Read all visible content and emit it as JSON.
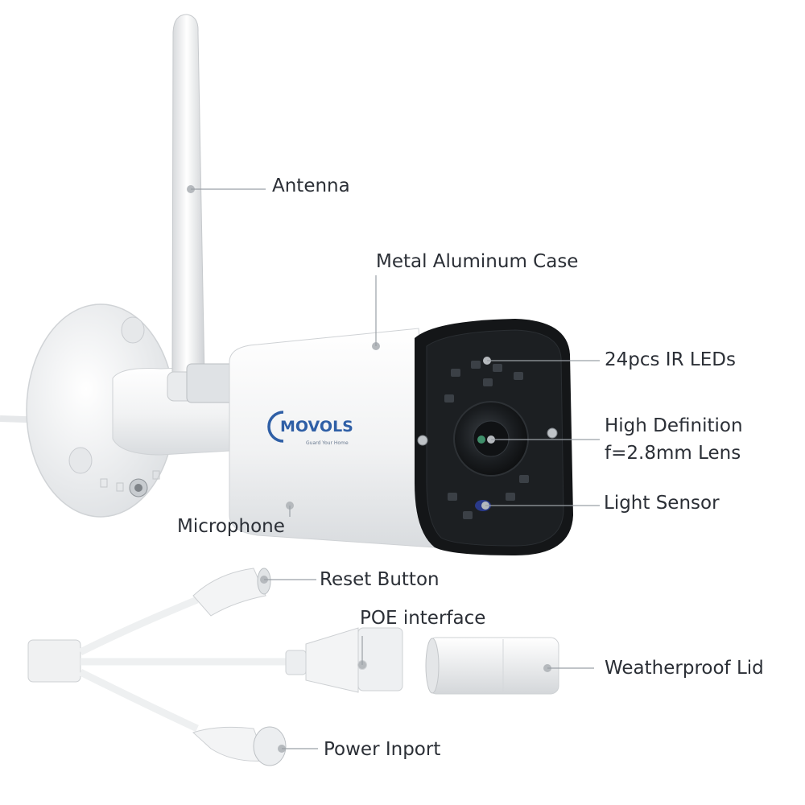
{
  "brand": {
    "logo_text": "MOVOLS",
    "tagline": "Guard Your Home",
    "color": "#2f5fa6"
  },
  "colors": {
    "label_text": "#2b2f36",
    "leader_line": "#9aa0a6",
    "body_white": "#f4f5f6",
    "lens_black": "#141618"
  },
  "callouts": {
    "antenna": "Antenna",
    "case": "Metal Aluminum Case",
    "ir_leds": "24pcs IR LEDs",
    "lens_line1": "High Definition",
    "lens_line2": "f=2.8mm Lens",
    "light_sensor": "Light Sensor",
    "microphone": "Microphone",
    "reset_button": "Reset Button",
    "poe_interface": "POE interface",
    "weatherproof_lid": "Weatherproof Lid",
    "power_inport": "Power Inport"
  }
}
